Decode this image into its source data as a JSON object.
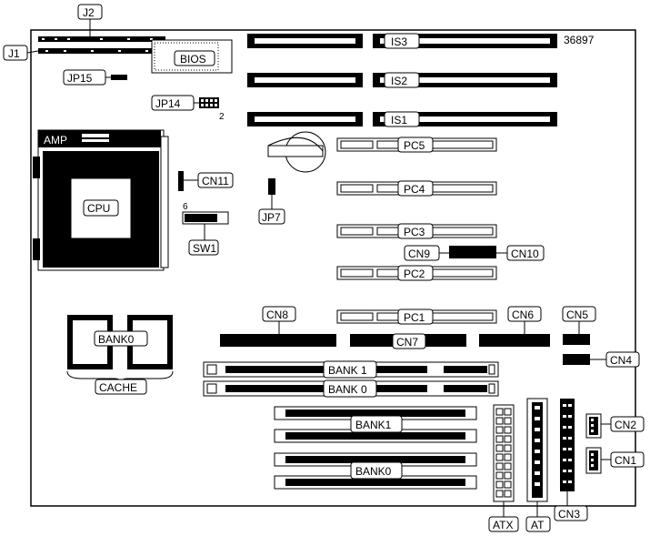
{
  "figure_id": "36897",
  "labels": {
    "j1": "J1",
    "j2": "J2",
    "jp15": "JP15",
    "jp14": "JP14",
    "jp14_pin": "2",
    "bios": "BIOS",
    "amp": "AMP",
    "cpu": "CPU",
    "cn11": "CN11",
    "sw1": "SW1",
    "sw1_pin": "6",
    "jp7": "JP7",
    "is3": "IS3",
    "is2": "IS2",
    "is1": "IS1",
    "pc5": "PC5",
    "pc4": "PC4",
    "pc3": "PC3",
    "pc2": "PC2",
    "pc1": "PC1",
    "cn9": "CN9",
    "cn10": "CN10",
    "cn8": "CN8",
    "cn7": "CN7",
    "cn6": "CN6",
    "cn5": "CN5",
    "cn4": "CN4",
    "cn2": "CN2",
    "cn1": "CN1",
    "cn3": "CN3",
    "cache_bank": "BANK0",
    "cache": "CACHE",
    "bank1_upper": "BANK 1",
    "bank0_upper": "BANK 0",
    "bank1_lower": "BANK1",
    "bank0_lower": "BANK0",
    "atx": "ATX",
    "at": "AT"
  },
  "colors": {
    "ink": "#000000",
    "paper": "#ffffff"
  }
}
